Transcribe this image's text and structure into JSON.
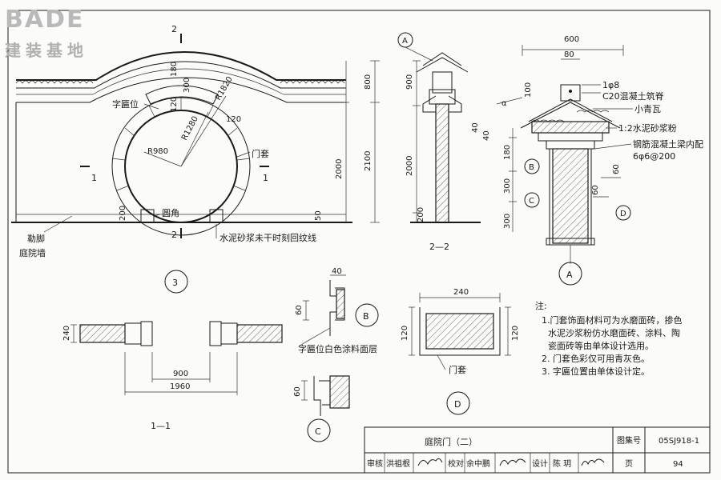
{
  "logo": {
    "brand": "BADE",
    "subtitle": "建装基地"
  },
  "elevation": {
    "section_mark_top": "2",
    "section_mark_bottom": "2",
    "section_mark_left": "1",
    "section_mark_right": "1",
    "label_plaque": "字匾位",
    "label_door_frame": "门套",
    "label_round_corner": "圆角",
    "label_wall_base": "勒脚",
    "label_courtyard_wall": "庭院墙",
    "label_mortar": "水泥砂浆未干时刻回纹线",
    "dim_r980": "R980",
    "dim_r1280": "R1280",
    "dim_r1820": "R1820",
    "dim_180": "180",
    "dim_300": "300",
    "dim_120a": "120",
    "dim_120b": "120",
    "dim_200": "200",
    "dim_50": "50",
    "dim_800": "800",
    "dim_2000": "2000",
    "dim_2100": "2100",
    "view_number": "3"
  },
  "section22": {
    "callout": "A",
    "dim_900": "900",
    "dim_2000": "2000",
    "dim_200": "200",
    "title": "2—2"
  },
  "detailA": {
    "dim_600": "600",
    "dim_80": "80",
    "dim_100": "100",
    "dim_40a": "40",
    "dim_40b": "40",
    "dim_180": "180",
    "dim_300a": "300",
    "dim_300b": "300",
    "dim_60a": "60",
    "dim_60b": "60",
    "angle": "α",
    "label_rebar": "1φ8",
    "label_c20": "C20混凝土筑脊",
    "label_tile": "小青瓦",
    "label_mortar": "1:2水泥砂浆粉",
    "label_beam": "钢筋混凝土梁内配",
    "label_beam_rebar": "6φ6@200",
    "callout_b": "B",
    "callout_c": "C",
    "callout_d": "D",
    "title": "A"
  },
  "section11": {
    "dim_240": "240",
    "dim_900": "900",
    "dim_1960": "1960",
    "title": "1—1"
  },
  "detailB": {
    "dim_40": "40",
    "dim_60": "60",
    "label": "字匾位白色涂料面层",
    "title": "B"
  },
  "detailC": {
    "dim_60": "60",
    "title": "C"
  },
  "detailD": {
    "dim_240": "240",
    "dim_120a": "120",
    "dim_120b": "120",
    "label": "门套",
    "title": "D"
  },
  "notes": {
    "heading": "注:",
    "items": [
      "1.门套饰面材料可为水磨面砖，掺色",
      "水泥沙浆粉仿水磨面砖、涂料、陶",
      "瓷面砖等由单体设计选用。",
      "2. 门套色彩仅可用青灰色。",
      "3. 字匾位置由单体设计定。"
    ]
  },
  "titleblock": {
    "title": "庭院门（二）",
    "atlas_label": "图集号",
    "atlas_no": "05SJ918-1",
    "page_label": "页",
    "page_no": "94",
    "review_label": "审核",
    "review_name": "洪祖根",
    "check_label": "校对",
    "check_name": "余中鹏",
    "design_label": "设计",
    "design_name": "陈 玥"
  }
}
